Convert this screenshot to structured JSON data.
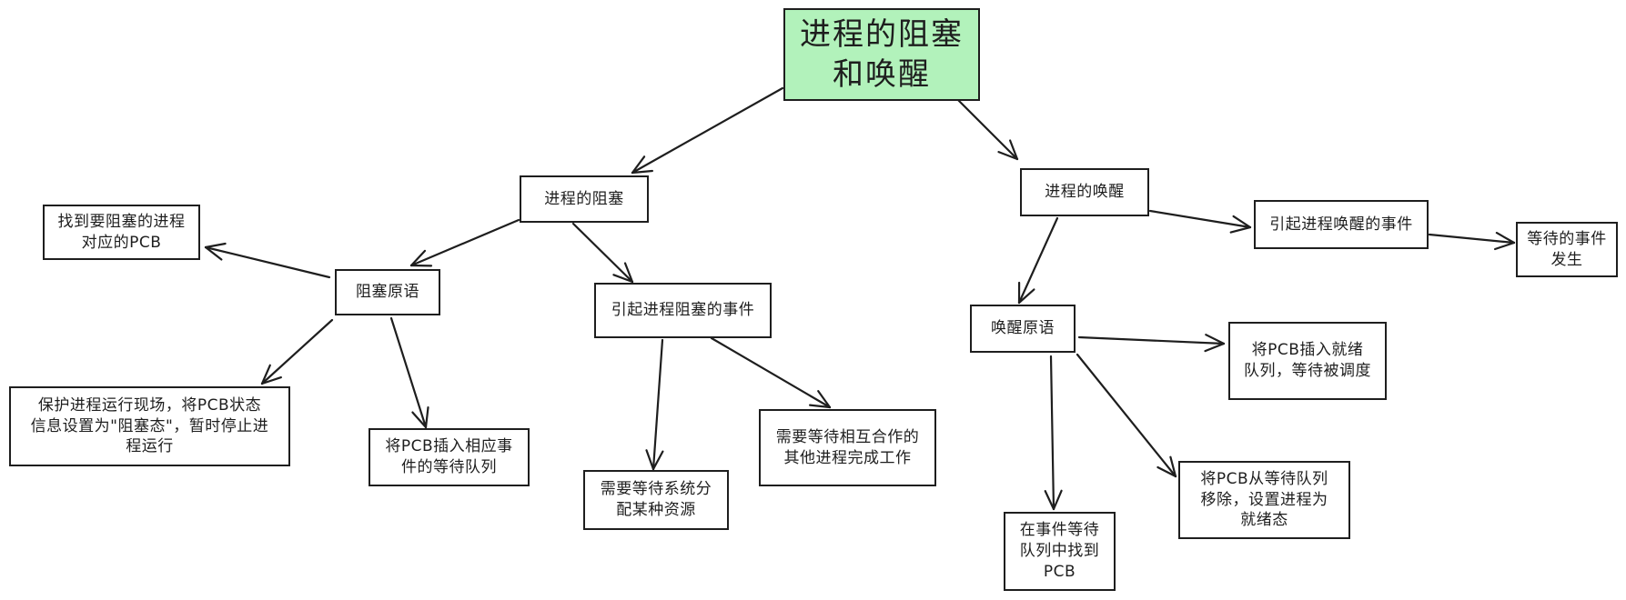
{
  "diagram": {
    "root": "进程的阻塞\n和唤醒",
    "block": {
      "title": "进程的阻塞",
      "primitive": "阻塞原语",
      "find_pcb": "找到要阻塞的进程\n对应的PCB",
      "protect": "保护进程运行现场，将PCB状态\n信息设置为\"阻塞态\"，暂时停止进\n程运行",
      "insert_queue": "将PCB插入相应事\n件的等待队列",
      "events": "引起进程阻塞的事件",
      "wait_resource": "需要等待系统分\n配某种资源",
      "wait_cooperate": "需要等待相互合作的\n其他进程完成工作"
    },
    "wakeup": {
      "title": "进程的唤醒",
      "events": "引起进程唤醒的事件",
      "wait_event": "等待的事件\n发生",
      "primitive": "唤醒原语",
      "insert_ready": "将PCB插入就绪\n队列，等待被调度",
      "remove_wait": "将PCB从等待队列\n移除，设置进程为\n就绪态",
      "find_in_queue": "在事件等待\n队列中找到\nPCB"
    },
    "colors": {
      "root_fill": "#b2f2bb",
      "stroke": "#1e1e1e",
      "node_fill": "#ffffff"
    }
  }
}
